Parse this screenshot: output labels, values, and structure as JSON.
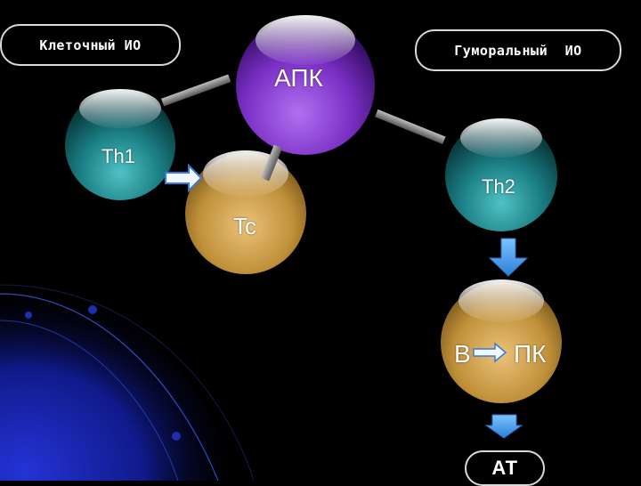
{
  "labels": {
    "cellular": "Клеточный ИО",
    "humoral": "Гуморальный ИО",
    "antibodies": "АТ"
  },
  "nodes": {
    "apc": "АПК",
    "th1": "Th1",
    "th2": "Th2",
    "tc": "Tc",
    "b": "B",
    "pc": "ПК"
  },
  "colors": {
    "background": "#000000",
    "purple": "#8a3ad0",
    "teal": "#1f8b8f",
    "gold": "#c99a3e",
    "arrow_blue": "#3f9bea",
    "connector": "#8c8c8c",
    "space_blue": "#1a2bb8"
  }
}
